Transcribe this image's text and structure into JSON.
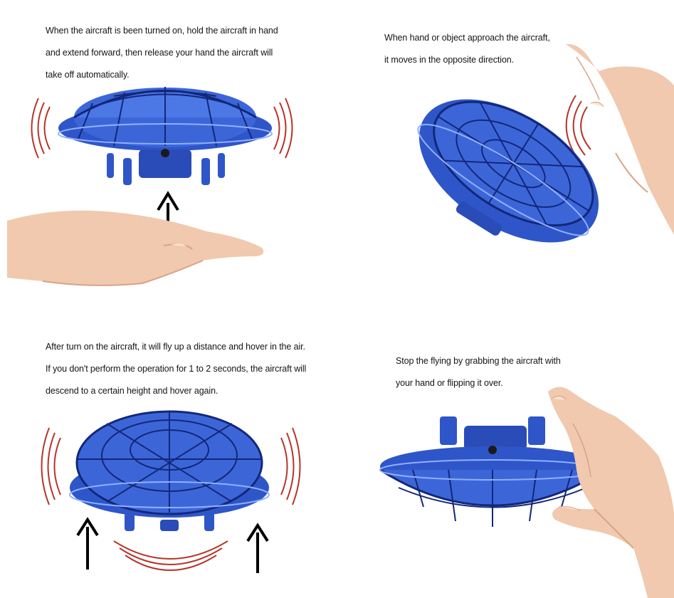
{
  "panels": [
    {
      "id": "launch",
      "lines": [
        "When the aircraft is been turned on, hold the aircraft in hand",
        "and extend forward, then release your hand the aircraft will",
        "take off automatically."
      ]
    },
    {
      "id": "avoid",
      "lines": [
        "When hand or object approach the aircraft,",
        "it moves in the opposite direction."
      ]
    },
    {
      "id": "hover",
      "lines": [
        "After turn on the aircraft, it will fly up a distance and hover in the air.",
        "If you don't perform the operation for 1 to 2 seconds, the aircraft will",
        "descend to a certain height and hover again."
      ]
    },
    {
      "id": "stop",
      "lines": [
        "Stop the flying by grabbing the aircraft with",
        "your hand or flipping it over."
      ]
    }
  ],
  "colors": {
    "drone": "#2f56c8",
    "drone_dark": "#13277a",
    "drone_light": "#8fb0ff",
    "wave": "#b5362a",
    "skin": "#f0c9ae",
    "skin_shadow": "#d9a387",
    "arrow": "#000000"
  }
}
